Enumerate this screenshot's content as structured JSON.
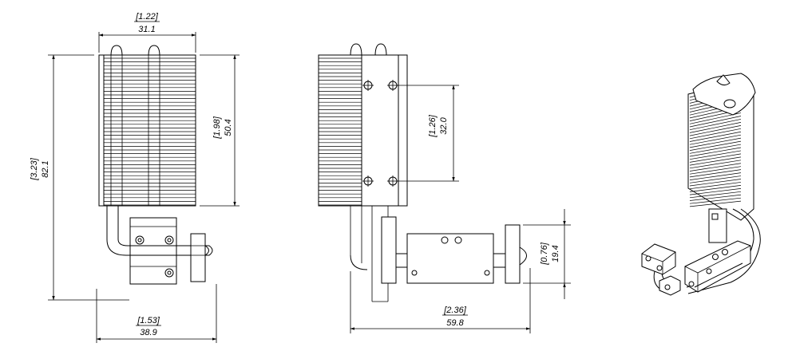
{
  "drawing": {
    "front_view": {
      "dims": {
        "width_in": "[1.22]",
        "width_mm": "31.1",
        "height_in": "[3.23]",
        "height_mm": "82.1",
        "fin_height_in": "[1.98]",
        "fin_height_mm": "50.4",
        "base_width_in": "[1.53]",
        "base_width_mm": "38.9"
      }
    },
    "side_view": {
      "dims": {
        "hole_spacing_in": "[1.26]",
        "hole_spacing_mm": "32.0",
        "clip_height_in": "[0.76]",
        "clip_height_mm": "19.4",
        "depth_in": "[2.36]",
        "depth_mm": "59.8"
      }
    }
  }
}
